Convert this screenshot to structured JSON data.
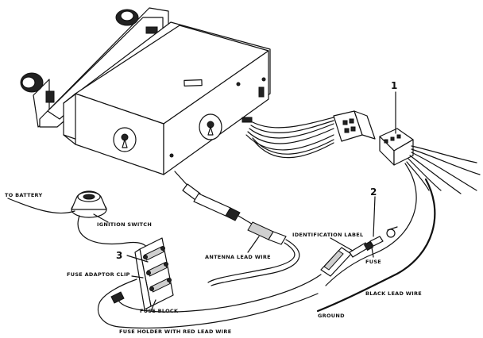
{
  "labels": {
    "to_battery": "TO BATTERY",
    "ignition_switch": "IGNITION SWITCH",
    "fuse_adaptor_clip": "FUSE ADAPTOR CLIP",
    "fuse_block": "FUSE BLOCK",
    "fuse_holder": "FUSE HOLDER WITH RED LEAD WIRE",
    "antenna_lead_wire": "ANTENNA LEAD WIRE",
    "identification_label": "IDENTIFICATION LABEL",
    "fuse": "FUSE",
    "black_lead_wire": "BLACK LEAD WIRE",
    "ground": "GROUND"
  },
  "callouts": {
    "one": "1",
    "two": "2",
    "three": "3"
  }
}
